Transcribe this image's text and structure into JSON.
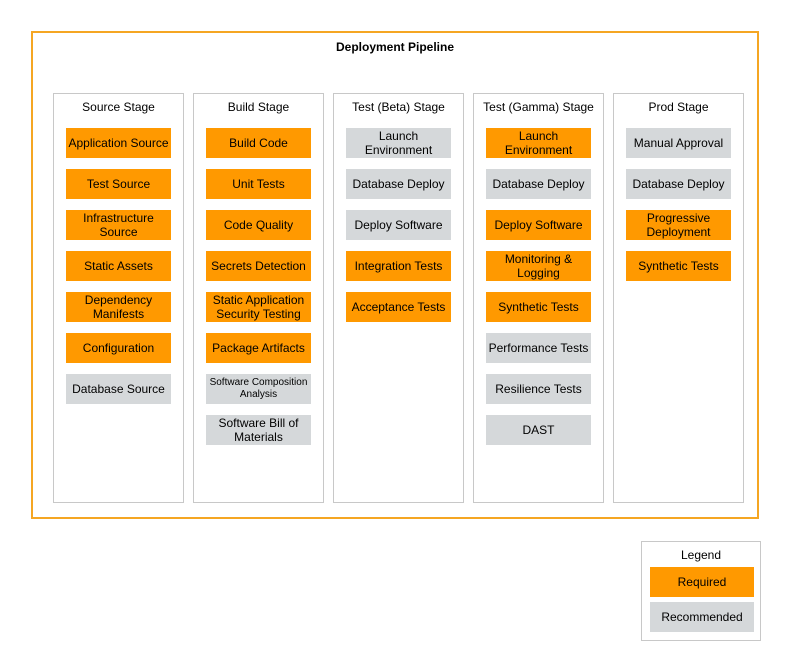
{
  "pipeline": {
    "title": "Deployment Pipeline",
    "colors": {
      "border": "#f5a623",
      "required": "#ff9900",
      "recommended": "#d5d8da"
    },
    "stages": [
      {
        "title": "Source Stage",
        "steps": [
          {
            "label": "Application Source",
            "kind": "required"
          },
          {
            "label": "Test Source",
            "kind": "required"
          },
          {
            "label": "Infrastructure Source",
            "kind": "required"
          },
          {
            "label": "Static Assets",
            "kind": "required"
          },
          {
            "label": "Dependency Manifests",
            "kind": "required"
          },
          {
            "label": "Configuration",
            "kind": "required"
          },
          {
            "label": "Database Source",
            "kind": "recommended"
          }
        ]
      },
      {
        "title": "Build Stage",
        "steps": [
          {
            "label": "Build Code",
            "kind": "required"
          },
          {
            "label": "Unit Tests",
            "kind": "required"
          },
          {
            "label": "Code Quality",
            "kind": "required"
          },
          {
            "label": "Secrets Detection",
            "kind": "required"
          },
          {
            "label": "Static Application Security Testing",
            "kind": "required"
          },
          {
            "label": "Package Artifacts",
            "kind": "required"
          },
          {
            "label": "Software Composition Analysis",
            "kind": "recommended",
            "small": true
          },
          {
            "label": "Software Bill of Materials",
            "kind": "recommended"
          }
        ]
      },
      {
        "title": "Test (Beta) Stage",
        "steps": [
          {
            "label": "Launch Environment",
            "kind": "recommended"
          },
          {
            "label": "Database Deploy",
            "kind": "recommended"
          },
          {
            "label": "Deploy Software",
            "kind": "recommended"
          },
          {
            "label": "Integration Tests",
            "kind": "required"
          },
          {
            "label": "Acceptance Tests",
            "kind": "required"
          }
        ]
      },
      {
        "title": "Test (Gamma) Stage",
        "steps": [
          {
            "label": "Launch Environment",
            "kind": "required"
          },
          {
            "label": "Database Deploy",
            "kind": "recommended"
          },
          {
            "label": "Deploy Software",
            "kind": "required"
          },
          {
            "label": "Monitoring & Logging",
            "kind": "required"
          },
          {
            "label": "Synthetic Tests",
            "kind": "required"
          },
          {
            "label": "Performance Tests",
            "kind": "recommended"
          },
          {
            "label": "Resilience Tests",
            "kind": "recommended"
          },
          {
            "label": "DAST",
            "kind": "recommended"
          }
        ]
      },
      {
        "title": "Prod Stage",
        "steps": [
          {
            "label": "Manual Approval",
            "kind": "recommended"
          },
          {
            "label": "Database Deploy",
            "kind": "recommended"
          },
          {
            "label": "Progressive Deployment",
            "kind": "required"
          },
          {
            "label": "Synthetic Tests",
            "kind": "required"
          }
        ]
      }
    ]
  },
  "legend": {
    "title": "Legend",
    "required_label": "Required",
    "recommended_label": "Recommended"
  }
}
